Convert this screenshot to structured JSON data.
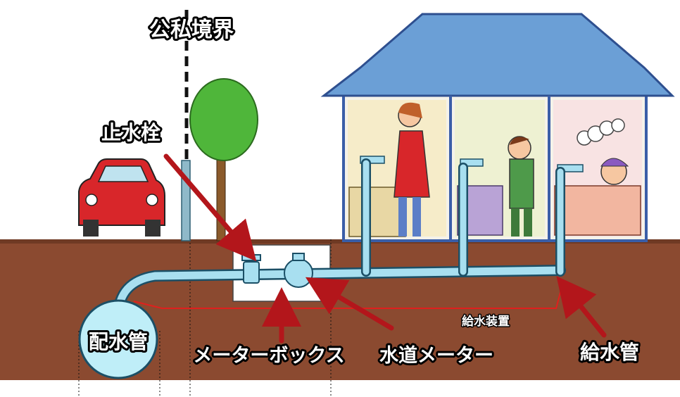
{
  "labels": {
    "boundary": "公私境界",
    "stop_valve": "止水栓",
    "distribution_pipe": "配水管",
    "meter_box": "メーターボックス",
    "water_meter": "水道メーター",
    "supply_device": "給水装置",
    "supply_pipe": "給水管"
  },
  "colors": {
    "ground": "#8b4a30",
    "pipe": "#a8dff0",
    "pointer": "#b3161b",
    "roof": "#6b9fd6",
    "wall": "#f4f2ea",
    "car": "#d8262a",
    "tree": "#4fb63a"
  }
}
